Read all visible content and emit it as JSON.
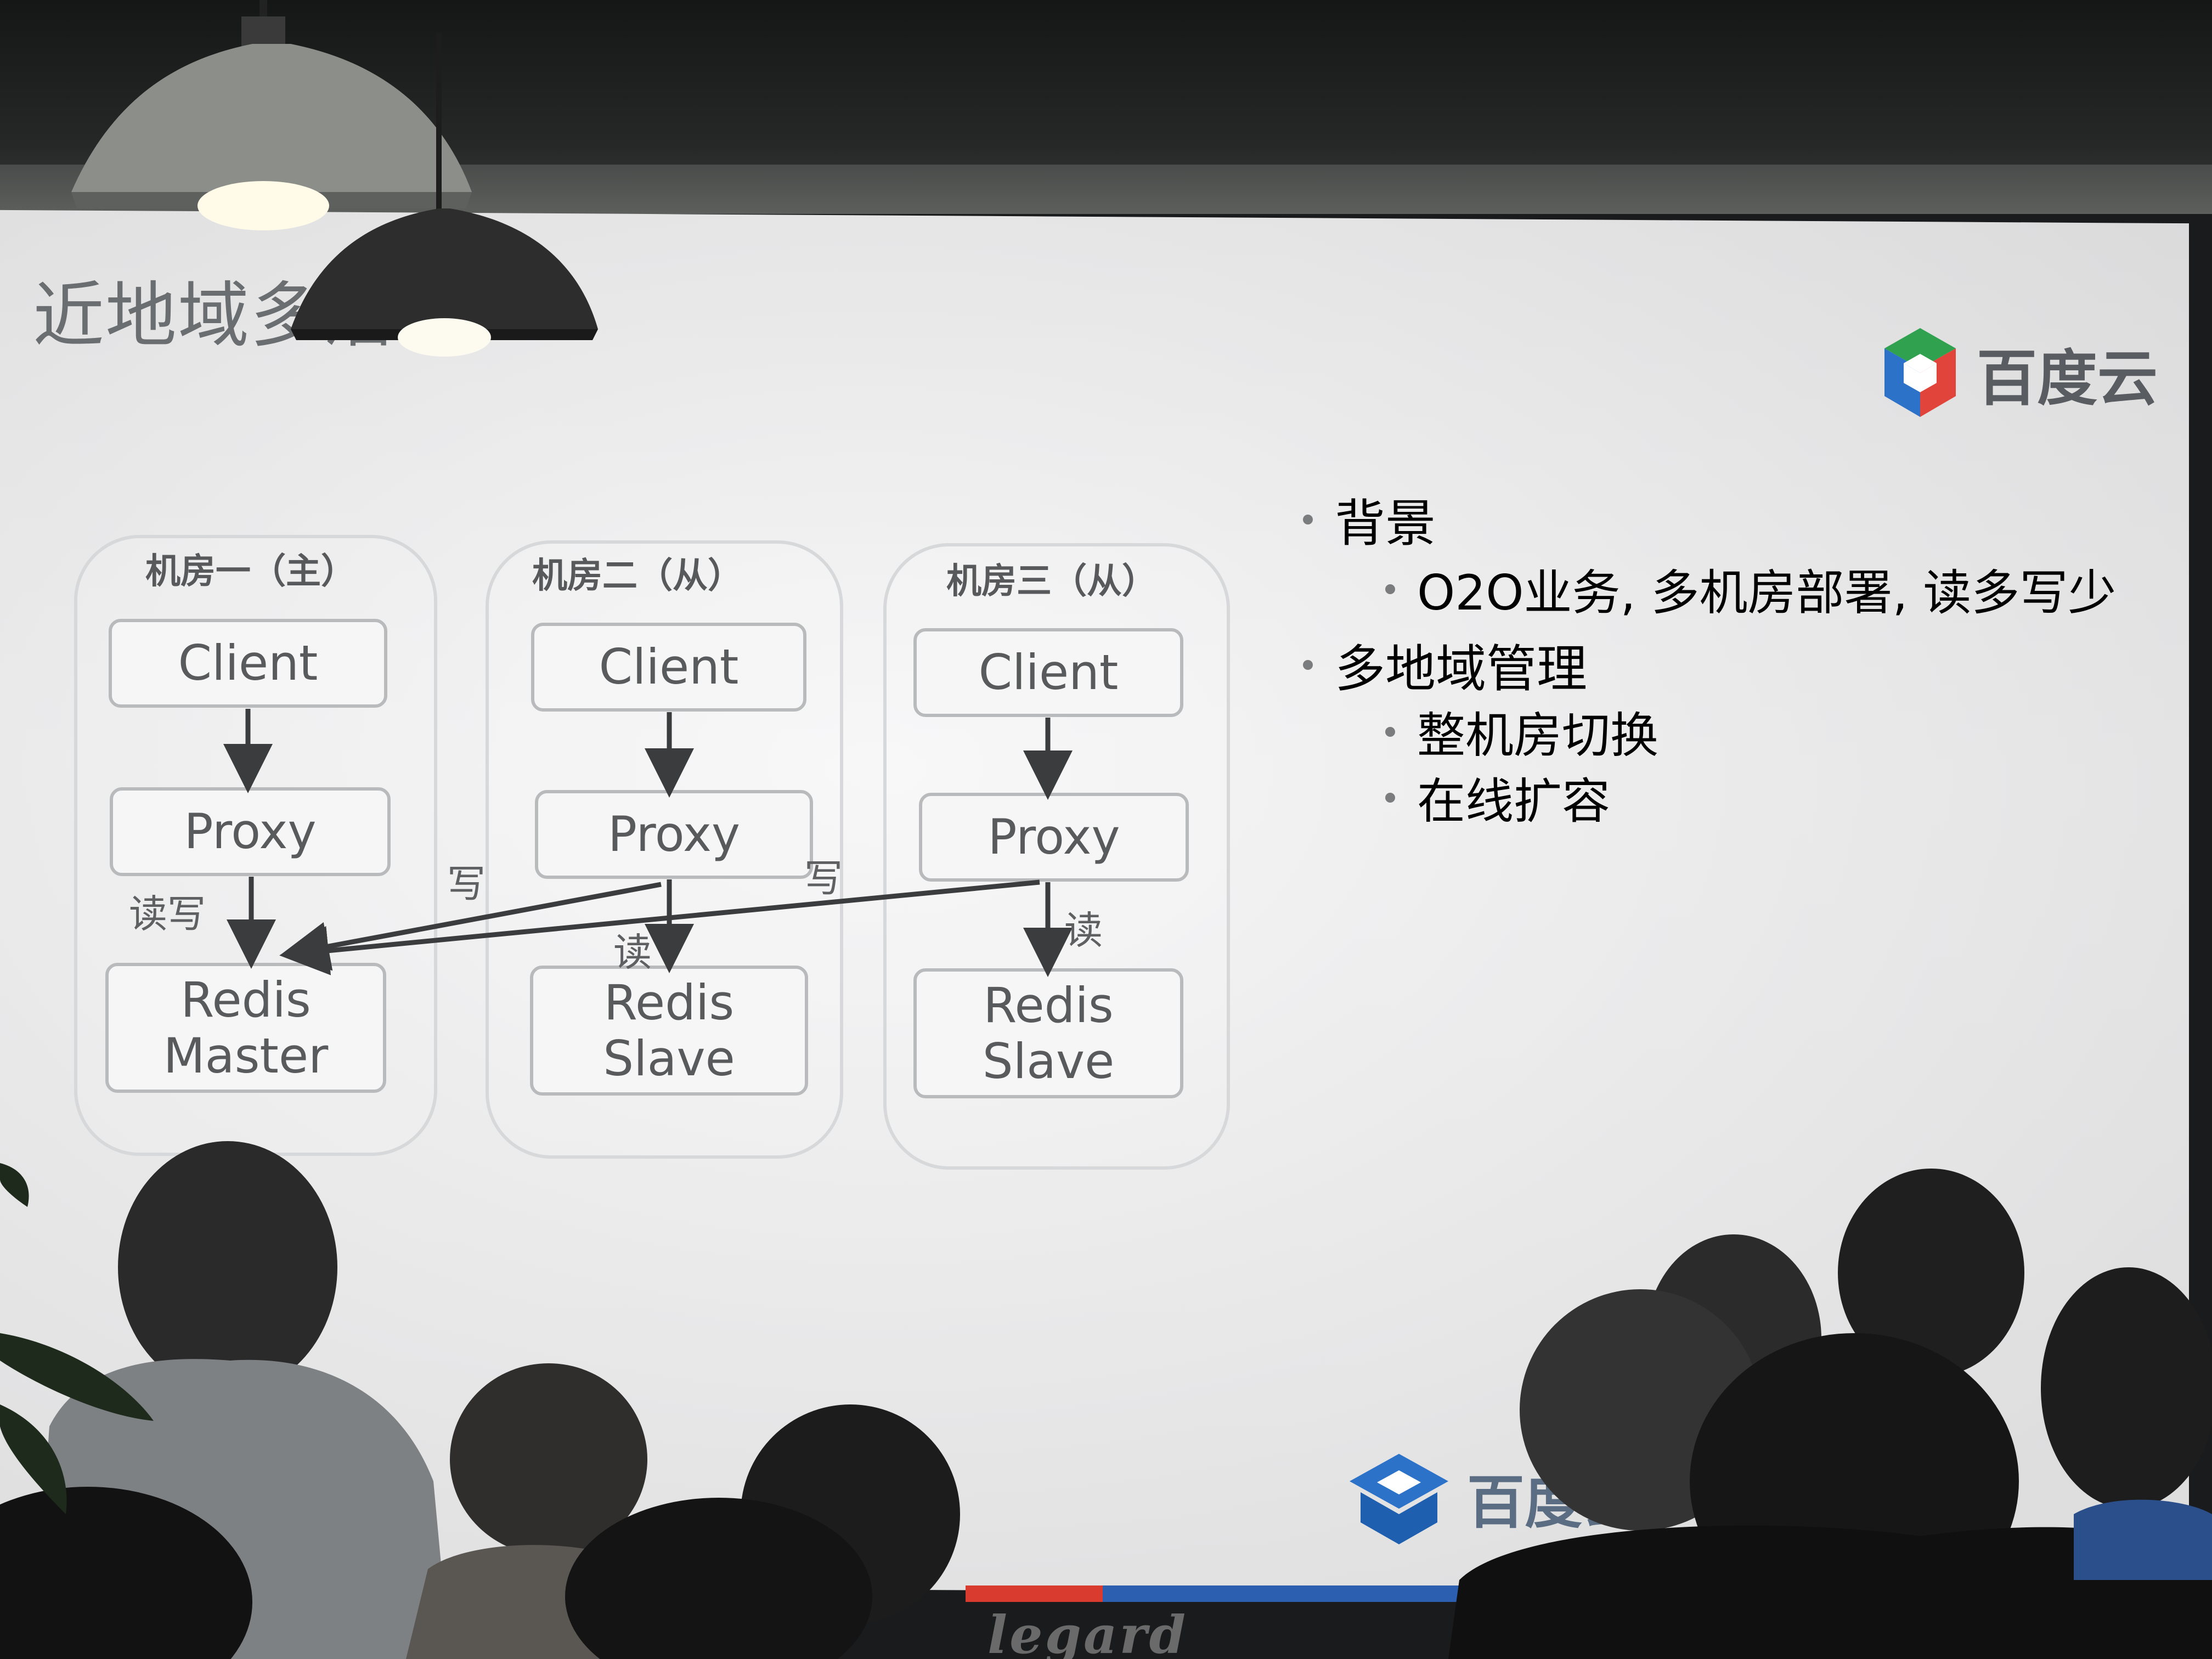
{
  "slide": {
    "title": "近地域多活",
    "logo_top": "百度云",
    "logo_bottom": "百度云",
    "bullets": [
      {
        "level": 1,
        "text": "背景"
      },
      {
        "level": 2,
        "text": "O2O业务, 多机房部署, 读多写少"
      },
      {
        "level": 1,
        "text": "多地域管理"
      },
      {
        "level": 2,
        "text": "整机房切换"
      },
      {
        "level": 2,
        "text": "在线扩容"
      }
    ]
  },
  "diagram": {
    "rooms": [
      {
        "title": "机房一（主）",
        "client": "Client",
        "proxy": "Proxy",
        "redis_line1": "Redis",
        "redis_line2": "Master"
      },
      {
        "title": "机房二（从）",
        "client": "Client",
        "proxy": "Proxy",
        "redis_line1": "Redis",
        "redis_line2": "Slave"
      },
      {
        "title": "机房三（从）",
        "client": "Client",
        "proxy": "Proxy",
        "redis_line1": "Redis",
        "redis_line2": "Slave"
      }
    ],
    "edge_labels": {
      "room1_readwrite": "读写",
      "room2_write": "写",
      "room2_read": "读",
      "room3_write": "写",
      "room3_read": "读"
    }
  },
  "colors": {
    "screen": "#f1f1f2",
    "node_border": "#b9babb",
    "text": "#585a5c",
    "logo_green": "#2fa14f",
    "logo_blue": "#2c72c8",
    "logo_red": "#e0443a"
  },
  "icons": [
    "pendant-lamp-icon",
    "baidu-cloud-logo-icon",
    "baidu-edu-logo-icon"
  ],
  "footer_brand": "legard"
}
